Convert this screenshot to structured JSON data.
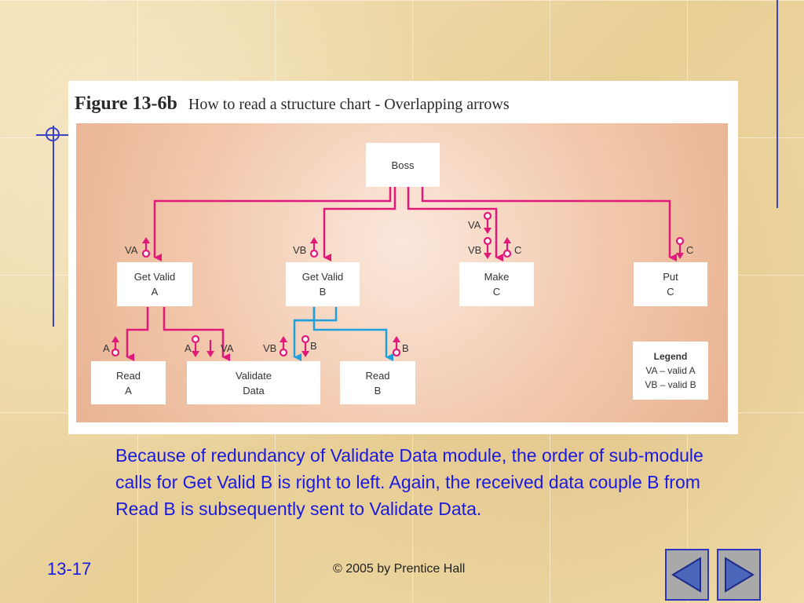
{
  "figure": {
    "number": "Figure 13-6b",
    "caption": "How to read a structure chart - Overlapping arrows"
  },
  "modules": {
    "boss": "Boss",
    "get_valid_a": [
      "Get Valid",
      "A"
    ],
    "get_valid_b": [
      "Get Valid",
      "B"
    ],
    "make_c": [
      "Make",
      "C"
    ],
    "put_c": [
      "Put",
      "C"
    ],
    "read_a": [
      "Read",
      "A"
    ],
    "validate_data": [
      "Validate",
      "Data"
    ],
    "read_b": [
      "Read",
      "B"
    ]
  },
  "couples": {
    "va_get_valid_a": "VA",
    "vb_get_valid_b": "VB",
    "va_make": "VA",
    "vb_make": "VB",
    "c_make": "C",
    "c_put": "C",
    "a_read_a": "A",
    "a_validate": "A",
    "va_validate": "VA",
    "vb_validate": "VB",
    "b_validate": "B",
    "b_read_b": "B"
  },
  "legend": {
    "title": "Legend",
    "items": [
      "VA – valid A",
      "VB – valid B"
    ]
  },
  "body_text": "Because of redundancy of Validate Data module, the order of sub-module calls for Get Valid B is right to left. Again, the received data couple B from Read B is subsequently sent to Validate Data.",
  "footer": {
    "slide_number": "13-17",
    "copyright": "© 2005 by Prentice Hall"
  },
  "nav": {
    "prev_icon": "triangle-left-icon",
    "next_icon": "triangle-right-icon"
  },
  "colors": {
    "call_line_pink": "#e0187a",
    "call_line_blue": "#1ea0dc",
    "text_blue": "#1a1ae0",
    "deco_blue": "#3b44c8"
  }
}
